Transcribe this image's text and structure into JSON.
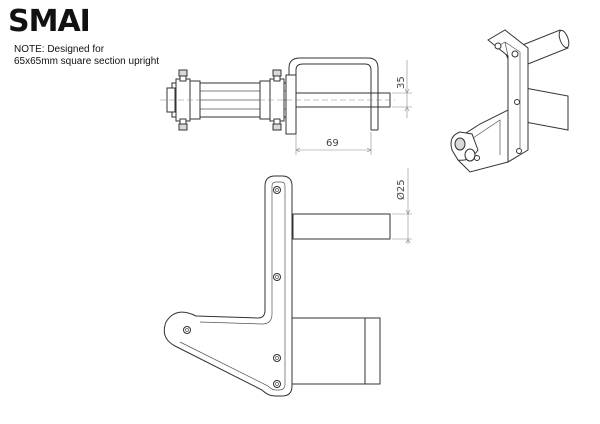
{
  "brand": {
    "logo_text": "SMAI"
  },
  "note": {
    "line1": "NOTE: Designed for",
    "line2": "65x65mm square section upright"
  },
  "dimensions": {
    "height_35": "35",
    "width_69": "69",
    "diameter_25": "Ø25"
  }
}
